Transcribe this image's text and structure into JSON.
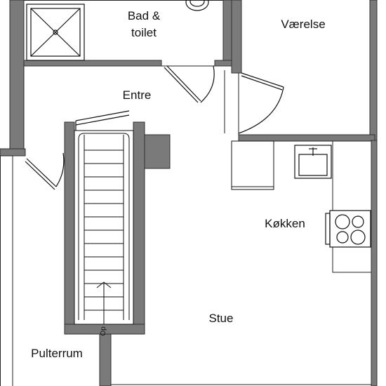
{
  "plan": {
    "rooms": {
      "bath_line1": "Bad &",
      "bath_line2": "toilet",
      "bedroom": "Værelse",
      "hall": "Entre",
      "kitchen": "Køkken",
      "living": "Stue",
      "storage": "Pulterrum"
    },
    "stair_marker": "Op"
  },
  "colors": {
    "wall": "#7a7a7a",
    "wall_edge": "#303030",
    "line": "#222222",
    "fixture": "#111111",
    "background": "#ffffff"
  }
}
